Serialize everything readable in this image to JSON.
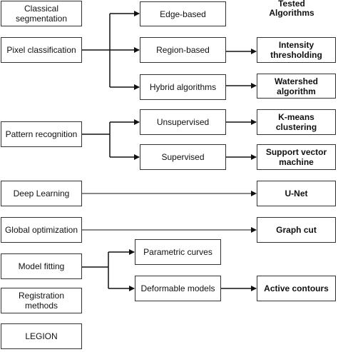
{
  "header": {
    "tested_algorithms": "Tested\nAlgorithms"
  },
  "methods": {
    "classical_segmentation": "Classical\nsegmentation",
    "pixel_classification": "Pixel classification",
    "pattern_recognition": "Pattern recognition",
    "deep_learning": "Deep Learning",
    "global_optimization": "Global optimization",
    "model_fitting": "Model fitting",
    "registration_methods": "Registration methods",
    "legion": "LEGION"
  },
  "subcategories": {
    "edge_based": "Edge-based",
    "region_based": "Region-based",
    "hybrid_algorithms": "Hybrid algorithms",
    "unsupervised": "Unsupervised",
    "supervised": "Supervised",
    "parametric_curves": "Parametric curves",
    "deformable_models": "Deformable models"
  },
  "algorithms": {
    "intensity_thresholding": "Intensity\nthresholding",
    "watershed_algorithm": "Watershed algorithm",
    "k_means_clustering": "K-means clustering",
    "support_vector_machine": "Support vector\nmachine",
    "u_net": "U-Net",
    "graph_cut": "Graph cut",
    "active_contours": "Active contours"
  },
  "colors": {
    "line": "#111111",
    "box_border": "#333333"
  }
}
